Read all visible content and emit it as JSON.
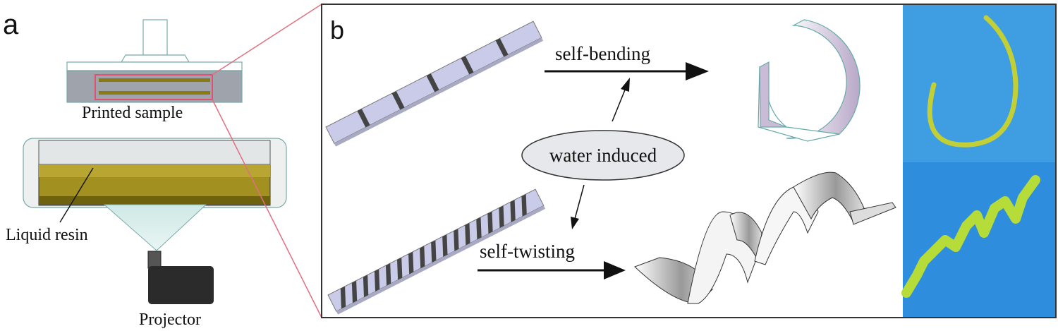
{
  "panel_a": {
    "label": "a",
    "printed_sample_label": "Printed sample",
    "liquid_resin_label": "Liquid resin",
    "projector_label": "Projector"
  },
  "panel_b": {
    "label": "b",
    "self_bending_label": "self-bending",
    "self_twisting_label": "self-twisting",
    "water_induced_label": "water induced"
  },
  "colors": {
    "resin": "#9a8a1a",
    "zoom_lines": "#e07080",
    "strip": "#c9cbe8",
    "stripe": "#444444",
    "photo_bg": "#3d9be0",
    "sample_yellow": "#c8d43a"
  }
}
